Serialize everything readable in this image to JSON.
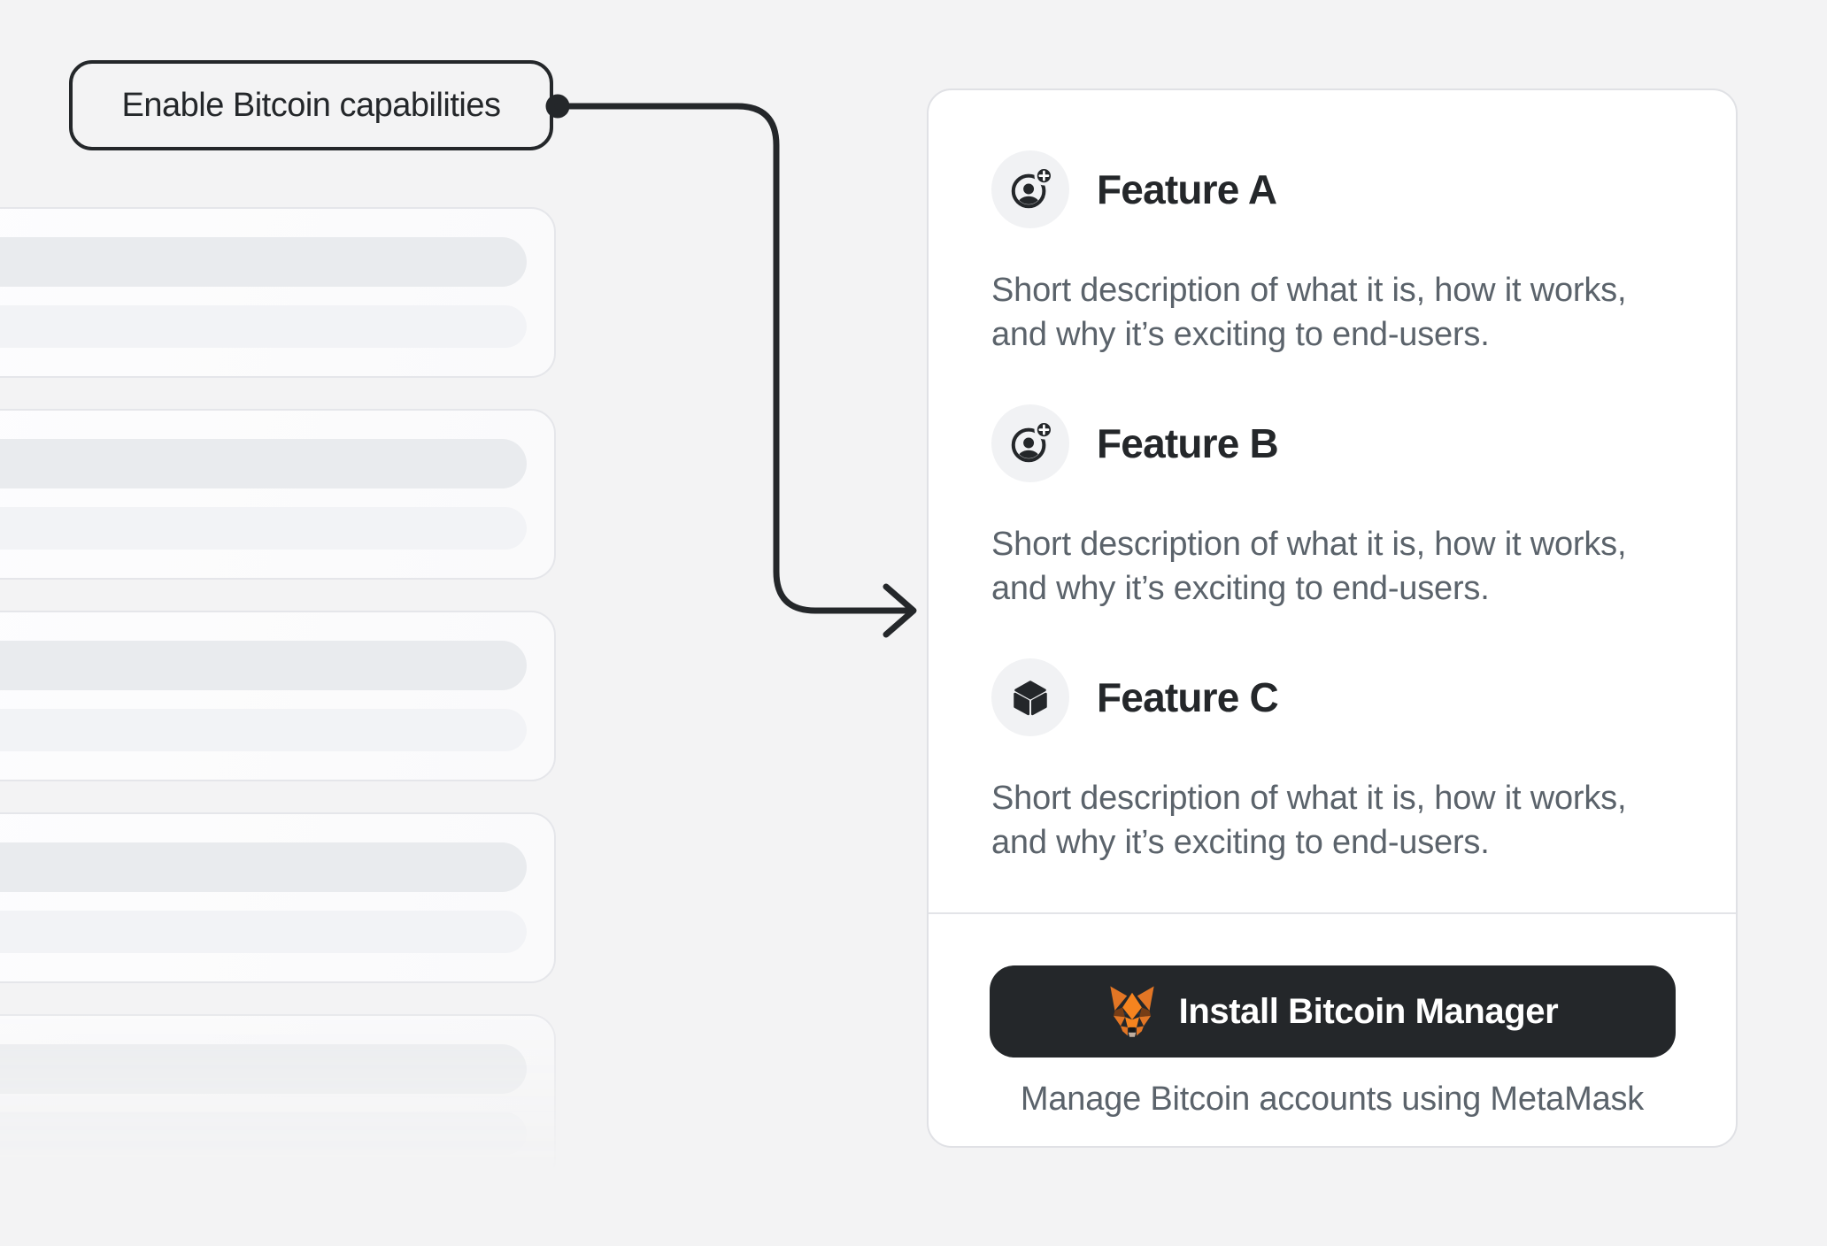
{
  "colors": {
    "page_background": "#f3f3f4",
    "ink": "#24272a",
    "muted_text": "#5b636b",
    "card_background": "#ffffff",
    "card_border": "#e0e1e5",
    "skeleton_bar_dark": "#e9ebee",
    "skeleton_bar_light": "#f2f3f6",
    "button_background": "#24272a",
    "metamask_orange": "#E27625"
  },
  "callout": {
    "label": "Enable Bitcoin capabilities",
    "connector_icon": "arrow-right-icon"
  },
  "skeleton": {
    "card_count": 5,
    "bars_per_card": 2
  },
  "panel": {
    "features": [
      {
        "icon": "user-add-icon",
        "title": "Feature A",
        "description": "Short description of what it is, how it works, and why it’s exciting to end-users."
      },
      {
        "icon": "user-add-icon",
        "title": "Feature B",
        "description": "Short description of what it is, how it works, and why it’s exciting to end-users."
      },
      {
        "icon": "cube-icon",
        "title": "Feature C",
        "description": "Short description of what it is, how it works, and why it’s exciting to end-users."
      }
    ],
    "install_button": {
      "icon": "metamask-fox-icon",
      "label": "Install Bitcoin Manager"
    },
    "caption": "Manage Bitcoin accounts using MetaMask"
  }
}
